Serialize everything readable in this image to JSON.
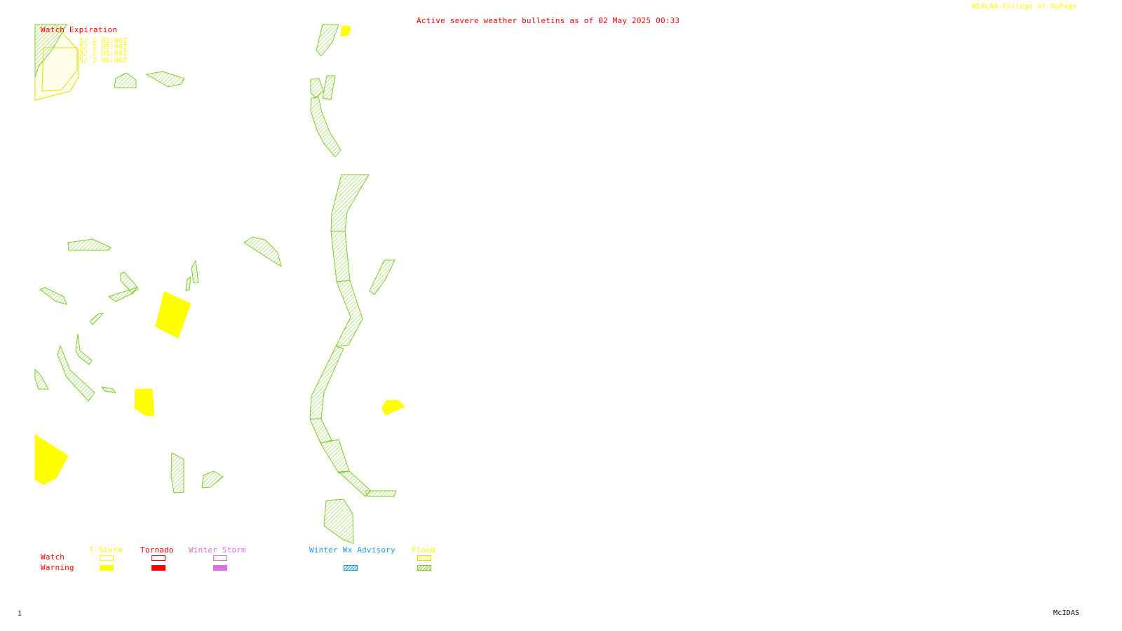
{
  "header": {
    "title": "Active severe weather bulletins as of 02 May 2025 00:33",
    "credit": "NEXLAB-College of DuPage",
    "title_color": "#ff0000",
    "credit_color": "#ffff00"
  },
  "watch_expiration": {
    "label": "Watch Expiration",
    "times": [
      "5/ 2 03:00Z",
      "5/ 2 05:00Z",
      "5/ 2 03:00Z",
      "5/ 2 06:00Z"
    ]
  },
  "legend": {
    "columns": [
      "T-Storm",
      "Tornado",
      "Winter Storm",
      "Winter Wx Advisory",
      "Flood"
    ],
    "rows": [
      "Watch",
      "Warning"
    ],
    "colors": {
      "tstorm": "#ffff00",
      "tornado": "#ff0000",
      "winter_storm": "#e070e0",
      "winter_advisory": "#1e9bd7",
      "flood": "#7ccc2a",
      "row_label": "#ff0000"
    }
  },
  "footer": {
    "frame": "1",
    "software": "McIDAS"
  }
}
